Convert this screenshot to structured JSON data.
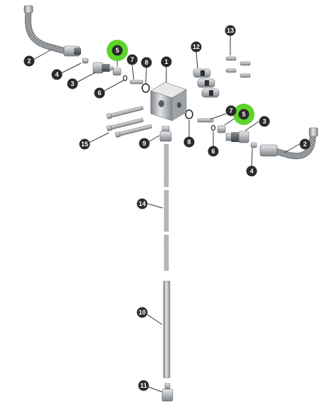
{
  "colors": {
    "callout": "#2b2b2b",
    "callout_highlight": "#5ed42a",
    "callout_text": "#ffffff",
    "metal": "#b9bdc1",
    "dark_metal": "#6c7176"
  },
  "callouts": {
    "c1": "1",
    "c2a": "2",
    "c2b": "2",
    "c3a": "3",
    "c3b": "3",
    "c4a": "4",
    "c4b": "4",
    "c5a": "5",
    "c5b": "5",
    "c6a": "6",
    "c6b": "6",
    "c7a": "7",
    "c7b": "7",
    "c8a": "8",
    "c8b": "8",
    "c9": "9",
    "c10": "10",
    "c11": "11",
    "c12": "12",
    "c13": "13",
    "c14": "14",
    "c15": "15"
  },
  "highlighted_parts": [
    "5"
  ],
  "parts": {
    "manifold_block": "metal-block-icon",
    "hose": "braided-hose-icon",
    "fitting": "threaded-fitting-icon",
    "nut": "hex-nut-icon",
    "o_ring": "o-ring-icon",
    "screw": "screw-icon",
    "filter": "mesh-filter-icon",
    "tube": "tube-icon",
    "cartridge": "cartridge-icon"
  }
}
